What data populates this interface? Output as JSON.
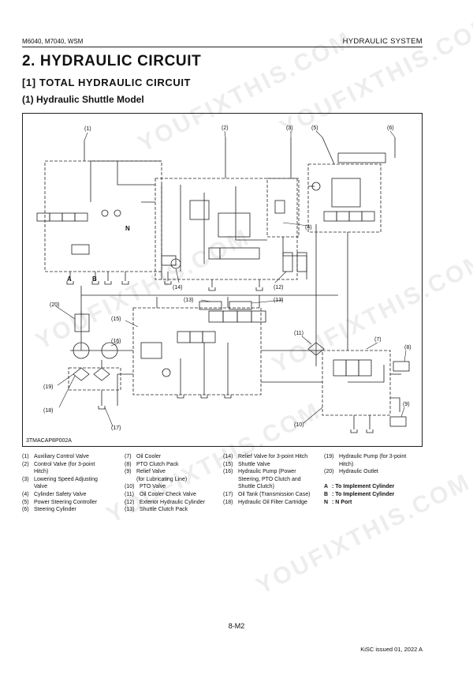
{
  "header": {
    "left": "M6040, M7040, WSM",
    "right": "HYDRAULIC SYSTEM"
  },
  "titles": {
    "h1": "2.  HYDRAULIC  CIRCUIT",
    "h2": "[1]  TOTAL  HYDRAULIC  CIRCUIT",
    "h3": "(1)  Hydraulic Shuttle Model"
  },
  "figure": {
    "code": "3TMACAP8P002A",
    "callouts": [
      "(1)",
      "(2)",
      "(3)",
      "(4)",
      "(5)",
      "(6)",
      "(7)",
      "(8)",
      "(9)",
      "(10)",
      "(11)",
      "(12)",
      "(13)",
      "(13)",
      "(14)",
      "(15)",
      "(16)",
      "(17)",
      "(18)",
      "(19)",
      "(20)"
    ],
    "port_a": "A",
    "port_b": "B",
    "port_n": "N"
  },
  "legend": {
    "col1": [
      {
        "n": "(1)",
        "t": "Auxiliary Control Valve"
      },
      {
        "n": "(2)",
        "t": "Control Valve (for 3-point"
      },
      {
        "n": "",
        "t": "Hitch)"
      },
      {
        "n": "(3)",
        "t": "Lowering Speed Adjusting"
      },
      {
        "n": "",
        "t": "Valve"
      },
      {
        "n": "(4)",
        "t": "Cylinder Safety Valve"
      },
      {
        "n": "(5)",
        "t": "Power Steering Controller"
      },
      {
        "n": "(6)",
        "t": "Steering Cylinder"
      }
    ],
    "col2": [
      {
        "n": "(7)",
        "t": "Oil Cooler"
      },
      {
        "n": "(8)",
        "t": "PTO Clutch Pack"
      },
      {
        "n": "(9)",
        "t": "Relief Valve"
      },
      {
        "n": "",
        "t": "(for Lubricating Line)"
      },
      {
        "n": "(10)",
        "t": "PTO Valve"
      },
      {
        "n": "(11)",
        "t": "Oil Cooler Check Valve"
      },
      {
        "n": "(12)",
        "t": "Exterior Hydraulic Cylinder"
      },
      {
        "n": "(13)",
        "t": "Shuttle Clutch Pack"
      }
    ],
    "col3": [
      {
        "n": "(14)",
        "t": "Relief Valve for 3-point Hitch"
      },
      {
        "n": "(15)",
        "t": "Shuttle Valve"
      },
      {
        "n": "(16)",
        "t": "Hydraulic Pump (Power"
      },
      {
        "n": "",
        "t": "Steering, PTO Clutch and"
      },
      {
        "n": "",
        "t": "Shuttle Clutch)"
      },
      {
        "n": "(17)",
        "t": "Oil Tank (Transmission Case)"
      },
      {
        "n": "(18)",
        "t": "Hydraulic Oil Filter Cartridge"
      }
    ],
    "col4": [
      {
        "n": "(19)",
        "t": "Hydraulic Pump (for 3-point"
      },
      {
        "n": "",
        "t": "Hitch)"
      },
      {
        "n": "(20)",
        "t": "Hydraulic Outlet"
      }
    ],
    "ports": [
      {
        "k": "A",
        "t": ": To Implement Cylinder"
      },
      {
        "k": "B",
        "t": ": To Implement Cylinder"
      },
      {
        "k": "N",
        "t": ": N Port"
      }
    ]
  },
  "footer": {
    "page": "8-M2",
    "issued": "KiSC issued 01, 2022 A"
  },
  "watermarks": [
    "YOUFIXTHIS.COM",
    "YOUFIXTHIS.COM",
    "YOUFIXTHIS.COM",
    "YOUFIXTHIS.COM",
    "YOUFIXTHIS.COM",
    "YOUFIXTHIS.COM"
  ]
}
